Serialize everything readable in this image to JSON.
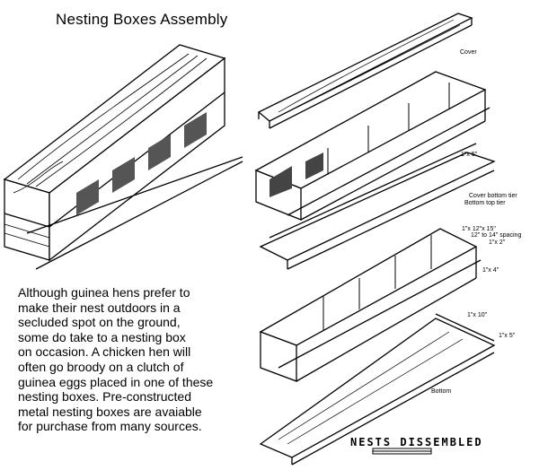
{
  "title": "Nesting Boxes Assembly",
  "paragraph_lines": [
    "Although guinea hens prefer to",
    "make their nest outdoors in a",
    "secluded spot on the ground,",
    "some do take to a nesting box",
    "on occasion. A chicken hen will",
    "often go broody on a clutch of",
    "guinea eggs placed in one of these",
    "nesting boxes. Pre-constructed",
    "metal nesting boxes are avaiable",
    "for purchase from many sources."
  ],
  "diagram_labels": {
    "cover": "Cover",
    "one_by_five_top": "1\"x 5\"",
    "cover_bottom_tier": "Cover bottom tier",
    "bottom_top_tier": "Bottom top tier",
    "partition": "1\"x 12\"x 15\"",
    "spacing": "12\" to 14\" spacing",
    "one_by_two": "1\"x 2\"",
    "one_by_four": "1\"x 4\"",
    "one_by_ten": "1\"x 10\"",
    "one_by_five_bottom": "1\"x 5\"",
    "bottom": "Bottom",
    "caption": "NESTS DISSEMBLED"
  }
}
